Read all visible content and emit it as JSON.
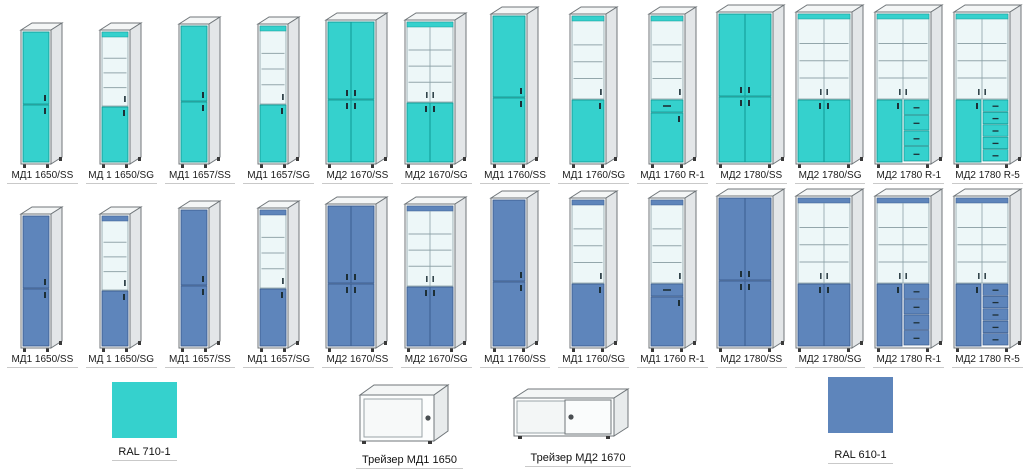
{
  "page": {
    "background_color": "#ffffff"
  },
  "catalog": {
    "rows": [
      {
        "name": "turquoise",
        "color": "#35d1cd",
        "color_dark": "#0f9894"
      },
      {
        "name": "blue",
        "color": "#5e85bb",
        "color_dark": "#3a5d8f"
      }
    ],
    "models": [
      {
        "label": "МД1 1650/SS",
        "doors": 1,
        "top": "solid",
        "bottom": "door",
        "draw": {
          "w": 30,
          "h": 134
        }
      },
      {
        "label": "МД 1 1650/SG",
        "doors": 1,
        "top": "glass",
        "bottom": "door",
        "draw": {
          "w": 30,
          "h": 134
        }
      },
      {
        "label": "МД1 1657/SS",
        "doors": 1,
        "top": "solid",
        "bottom": "door",
        "draw": {
          "w": 30,
          "h": 140
        }
      },
      {
        "label": "МД1 1657/SG",
        "doors": 1,
        "top": "glass",
        "bottom": "door",
        "draw": {
          "w": 30,
          "h": 140
        }
      },
      {
        "label": "МД2 1670/SS",
        "doors": 2,
        "top": "solid",
        "bottom": "door",
        "draw": {
          "w": 50,
          "h": 144
        }
      },
      {
        "label": "МД2 1670/SG",
        "doors": 2,
        "top": "glass",
        "bottom": "door",
        "draw": {
          "w": 50,
          "h": 144
        }
      },
      {
        "label": "МД1 1760/SS",
        "doors": 1,
        "top": "solid",
        "bottom": "door",
        "draw": {
          "w": 36,
          "h": 150
        }
      },
      {
        "label": "МД1 1760/SG",
        "doors": 1,
        "top": "glass",
        "bottom": "door",
        "draw": {
          "w": 36,
          "h": 150
        }
      },
      {
        "label": "МД1 1760 R-1",
        "doors": 1,
        "top": "glass",
        "bottom": "drawer-door",
        "draw": {
          "w": 36,
          "h": 150
        }
      },
      {
        "label": "МД2 1780/SS",
        "doors": 2,
        "top": "solid",
        "bottom": "door",
        "draw": {
          "w": 56,
          "h": 152
        }
      },
      {
        "label": "МД2 1780/SG",
        "doors": 2,
        "top": "glass",
        "bottom": "door",
        "draw": {
          "w": 56,
          "h": 152
        }
      },
      {
        "label": "МД2 1780 R-1",
        "doors": 2,
        "top": "glass",
        "bottom": "door-drawers",
        "drawers": 4,
        "draw": {
          "w": 56,
          "h": 152
        }
      },
      {
        "label": "МД2 1780 R-5",
        "doors": 2,
        "top": "glass",
        "bottom": "door-drawers",
        "drawers": 5,
        "draw": {
          "w": 56,
          "h": 152
        }
      }
    ]
  },
  "legend": {
    "turquoise": {
      "label": "RAL 710-1",
      "color": "#35d1cd"
    },
    "treizer_md1": {
      "label": "Трейзер МД1 1650"
    },
    "treizer_md2": {
      "label": "Трейзер МД2 1670"
    },
    "blue": {
      "label": "RAL 610-1",
      "color": "#5e85bb"
    }
  }
}
